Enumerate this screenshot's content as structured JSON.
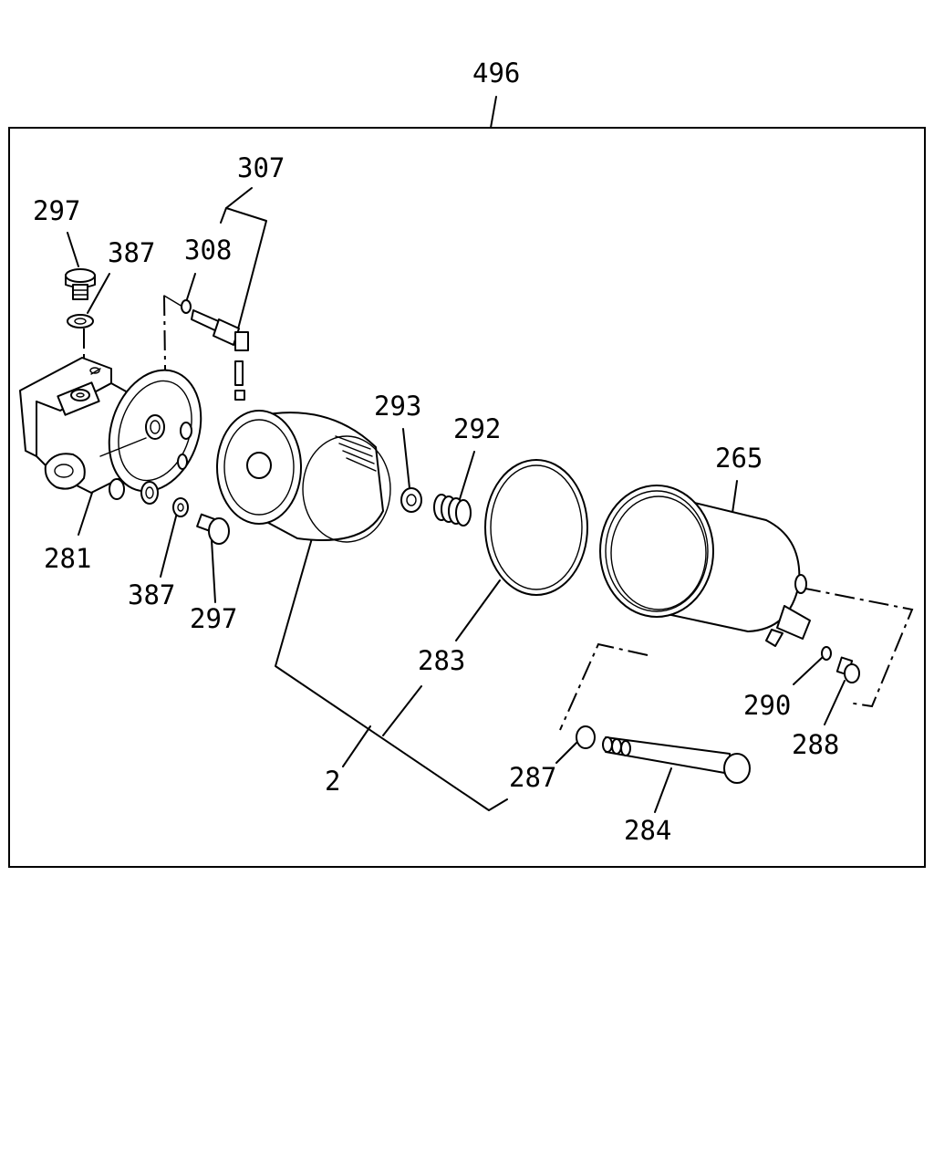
{
  "assembly_label": "496",
  "callouts": {
    "c307": "307",
    "c308": "308",
    "c297a": "297",
    "c387a": "387",
    "c281": "281",
    "c387b": "387",
    "c297b": "297",
    "c293": "293",
    "c292": "292",
    "c265": "265",
    "c283": "283",
    "c2": "2",
    "c287": "287",
    "c284": "284",
    "c290": "290",
    "c288": "288"
  }
}
